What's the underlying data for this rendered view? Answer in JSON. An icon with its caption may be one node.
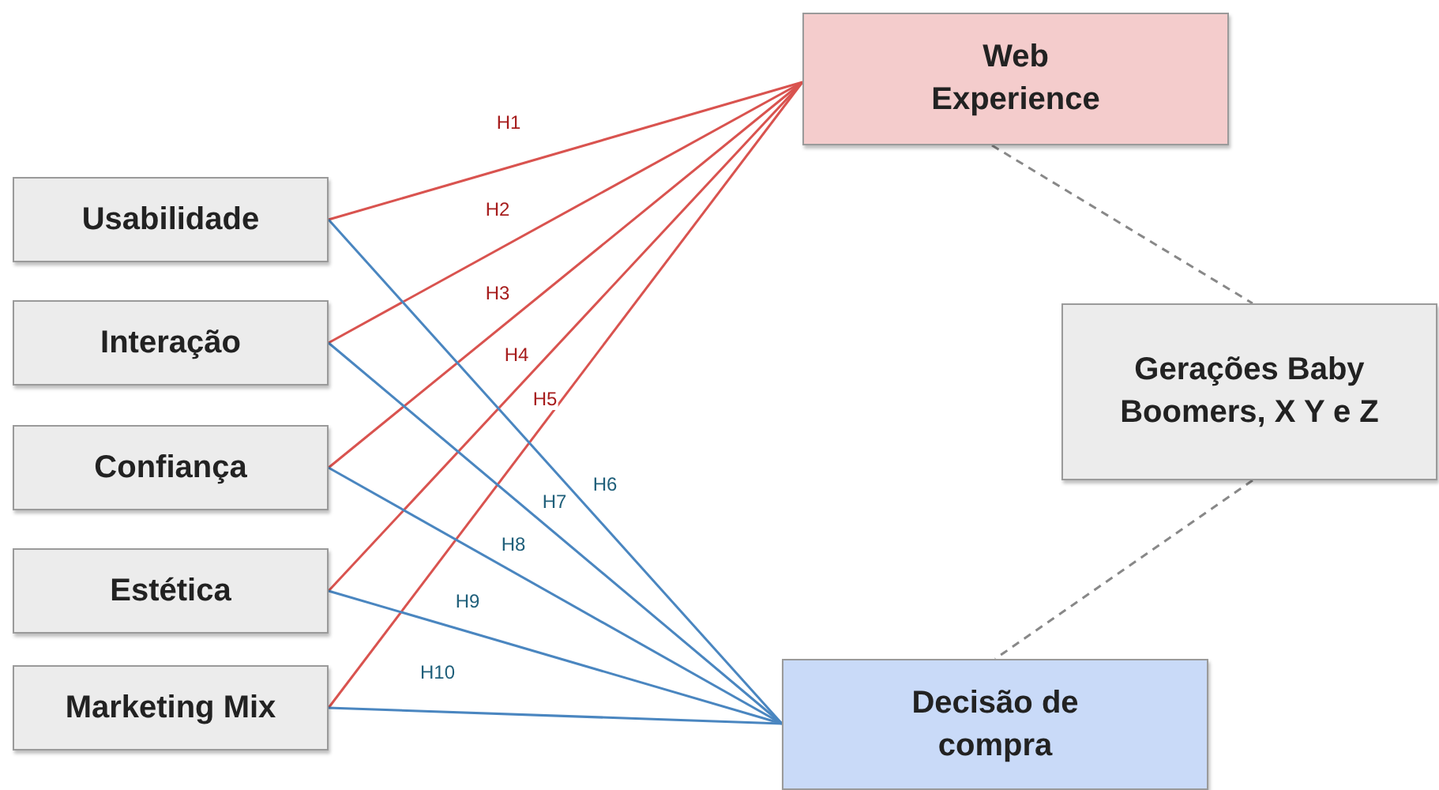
{
  "diagram": {
    "nodes": [
      {
        "text": [
          "Usabilidade"
        ]
      },
      {
        "text": [
          "Interação"
        ]
      },
      {
        "text": [
          "Confiança"
        ]
      },
      {
        "text": [
          "Estética"
        ]
      },
      {
        "text": [
          "Marketing Mix"
        ]
      },
      {
        "text": [
          "Web Experience"
        ]
      },
      {
        "text": [
          "Decisão de compra"
        ]
      },
      {
        "text": [
          "Gerações Baby Boomers, X Y e Z"
        ]
      }
    ],
    "edges": [
      {
        "from": 0,
        "to": 5,
        "arrow": "none",
        "label": "H1",
        "color": "#d9534f"
      },
      {
        "from": 1,
        "to": 5,
        "arrow": "none",
        "label": "H2",
        "color": "#d9534f"
      },
      {
        "from": 2,
        "to": 5,
        "arrow": "none",
        "label": "H3",
        "color": "#d9534f"
      },
      {
        "from": 3,
        "to": 5,
        "arrow": "none",
        "label": "H4",
        "color": "#d9534f"
      },
      {
        "from": 4,
        "to": 5,
        "arrow": "none",
        "label": "H5",
        "color": "#d9534f"
      },
      {
        "from": 0,
        "to": 6,
        "arrow": "none",
        "label": "H6",
        "color": "#4a86c0"
      },
      {
        "from": 1,
        "to": 6,
        "arrow": "none",
        "label": "H7",
        "color": "#4a86c0"
      },
      {
        "from": 2,
        "to": 6,
        "arrow": "none",
        "label": "H8",
        "color": "#4a86c0"
      },
      {
        "from": 3,
        "to": 6,
        "arrow": "none",
        "label": "H9",
        "color": "#4a86c0"
      },
      {
        "from": 4,
        "to": 6,
        "arrow": "none",
        "label": "H10",
        "color": "#4a86c0"
      },
      {
        "from": 5,
        "to": 7,
        "arrow": "none",
        "style": "dashed",
        "color": "#888888"
      },
      {
        "from": 7,
        "to": 6,
        "arrow": "none",
        "style": "dashed",
        "color": "#888888"
      }
    ]
  }
}
